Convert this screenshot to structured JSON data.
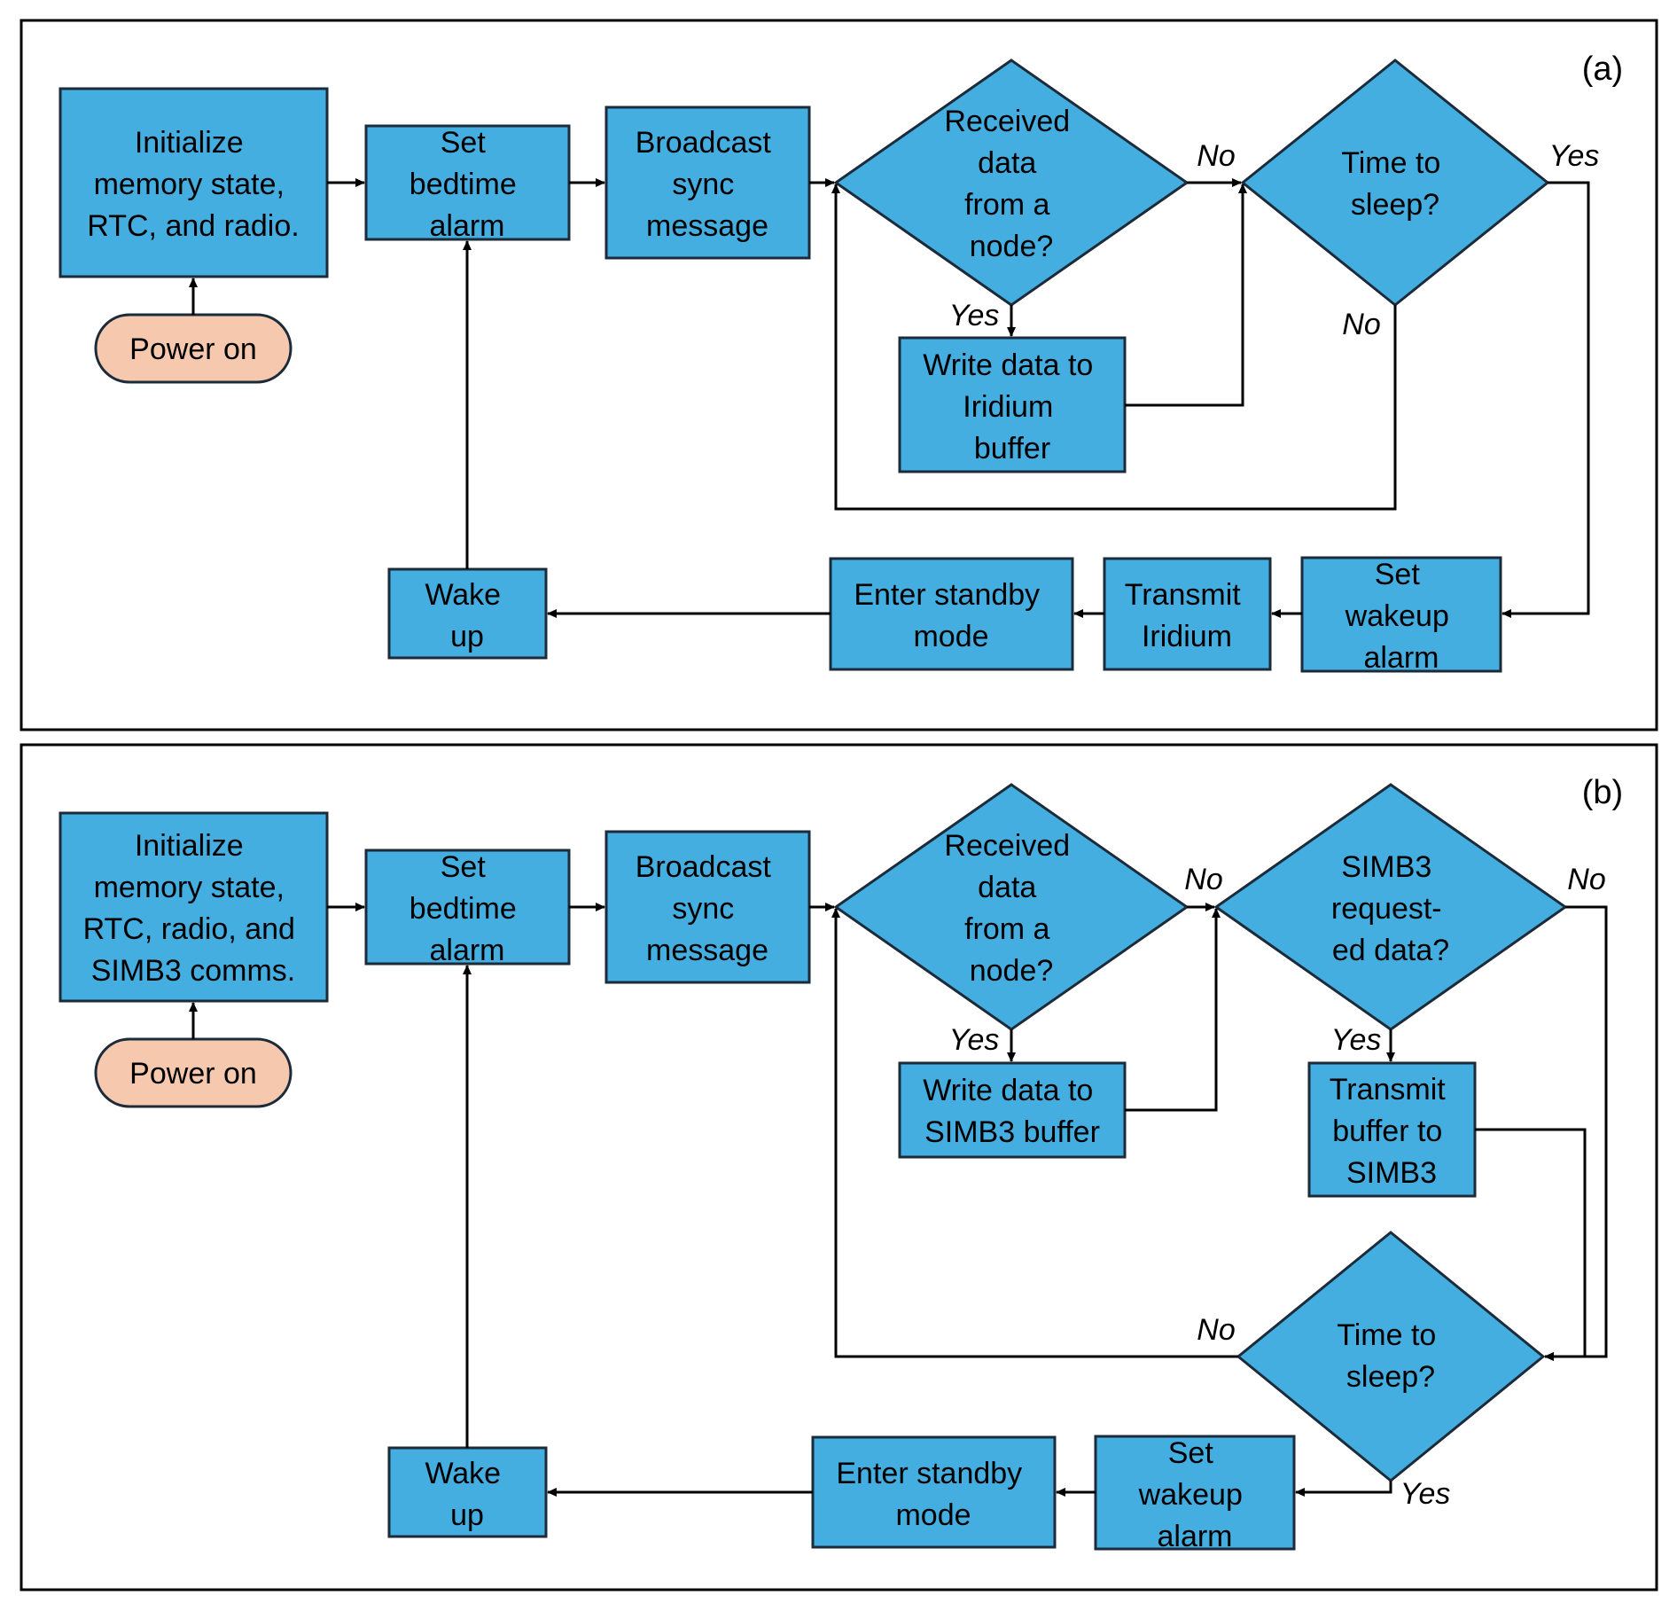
{
  "colors": {
    "process": "#45AEE0",
    "terminal": "#F6C8AE",
    "line": "#000000"
  },
  "panel_a": {
    "label": "(a)",
    "init": [
      "Initialize",
      "memory state,",
      "RTC, and radio."
    ],
    "power": "Power on",
    "bedtime": [
      "Set",
      "bedtime",
      "alarm"
    ],
    "broadcast": [
      "Broadcast",
      "sync",
      "message"
    ],
    "received": [
      "Received",
      "data",
      "from a",
      "node?"
    ],
    "sleep": [
      "Time to",
      "sleep?"
    ],
    "write": [
      "Write data to",
      "Iridium",
      "buffer"
    ],
    "wake": [
      "Wake",
      "up"
    ],
    "standby": [
      "Enter standby",
      "mode"
    ],
    "transmit": [
      "Transmit",
      "Iridium"
    ],
    "wakeup_alarm": [
      "Set",
      "wakeup",
      "alarm"
    ],
    "labels": {
      "recv_no": "No",
      "recv_yes": "Yes",
      "sleep_yes": "Yes",
      "sleep_no": "No"
    }
  },
  "panel_b": {
    "label": "(b)",
    "init": [
      "Initialize",
      "memory state,",
      "RTC, radio, and",
      "SIMB3 comms."
    ],
    "power": "Power on",
    "bedtime": [
      "Set",
      "bedtime",
      "alarm"
    ],
    "broadcast": [
      "Broadcast",
      "sync",
      "message"
    ],
    "received": [
      "Received",
      "data",
      "from a",
      "node?"
    ],
    "simb3_req": [
      "SIMB3",
      "request-",
      "ed data?"
    ],
    "write": [
      "Write data to",
      "SIMB3 buffer"
    ],
    "transmit_buf": [
      "Transmit",
      "buffer to",
      "SIMB3"
    ],
    "sleep": [
      "Time to",
      "sleep?"
    ],
    "wake": [
      "Wake",
      "up"
    ],
    "standby": [
      "Enter standby",
      "mode"
    ],
    "wakeup_alarm": [
      "Set",
      "wakeup",
      "alarm"
    ],
    "labels": {
      "recv_no": "No",
      "recv_yes": "Yes",
      "simb3_no": "No",
      "simb3_yes": "Yes",
      "sleep_no": "No",
      "sleep_yes": "Yes"
    }
  }
}
